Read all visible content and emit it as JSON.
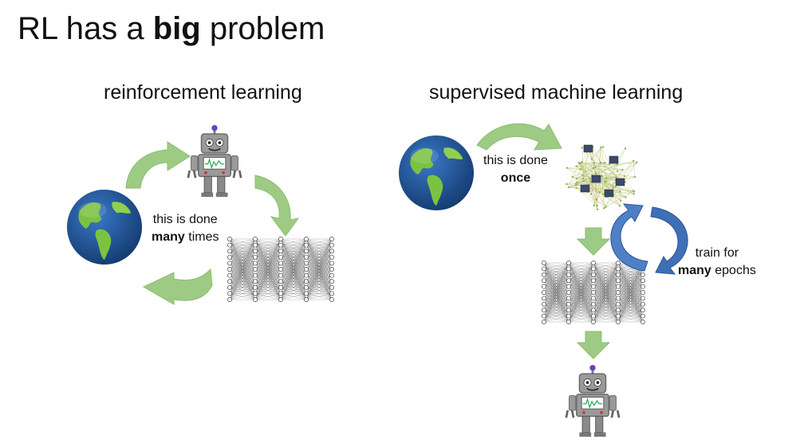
{
  "slide": {
    "title_pre": "RL has a ",
    "title_bold": "big",
    "title_post": " problem"
  },
  "rl": {
    "heading": "reinforcement learning",
    "note_line1": "this is done",
    "note_bold": "many",
    "note_rest": " times"
  },
  "sl": {
    "heading": "supervised machine learning",
    "once_line1": "this is done",
    "once_bold": "once",
    "train_line1": "train for",
    "train_bold": "many",
    "train_rest": " epochs"
  },
  "colors": {
    "arrow_green": "#9dcb84",
    "arrow_blue": "#3f6fb5",
    "ocean": "#1f4e8c",
    "land": "#7cc242",
    "robot": "#8c8c8c"
  }
}
